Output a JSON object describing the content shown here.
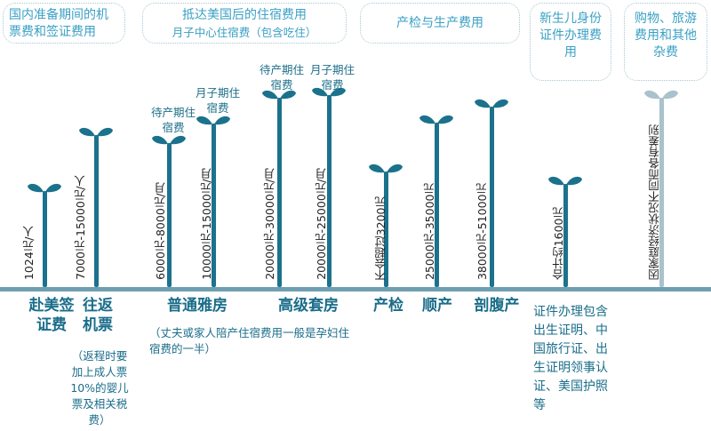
{
  "headers": [
    {
      "id": "domestic",
      "text": "国内准备期间的机票费和签证费用"
    },
    {
      "id": "us_housing",
      "text": "抵达美国后的住宿费用",
      "sub": "月子中心住宿费（包含吃住）"
    },
    {
      "id": "prenatal",
      "text": "产检与生产费用"
    },
    {
      "id": "certificate",
      "text": "新生儿身份证件办理费用"
    },
    {
      "id": "misc",
      "text": "购物、旅游费用和其他杂费"
    }
  ],
  "sprouts": [
    {
      "id": "visa",
      "value_text": "1024元/人",
      "top_label": "",
      "color": "#1b728c"
    },
    {
      "id": "ticket",
      "value_text": "7000元-15000元/人",
      "top_label": "",
      "color": "#1b728c"
    },
    {
      "id": "normal_pre",
      "value_text": "6000元-8000元/月",
      "top_label": "待产期住宿费",
      "color": "#1b728c"
    },
    {
      "id": "normal_post",
      "value_text": "10000元-15000元/月",
      "top_label": "月子期住宿费",
      "color": "#1b728c"
    },
    {
      "id": "luxury_pre",
      "value_text": "20000元-30000元/月",
      "top_label": "待产期住宿费",
      "color": "#1b728c"
    },
    {
      "id": "luxury_post",
      "value_text": "20000元-25000元/月",
      "top_label": "月子期住宿费",
      "color": "#1b728c"
    },
    {
      "id": "checkup",
      "value_text": "不会超过3200元",
      "top_label": "",
      "color": "#1b728c"
    },
    {
      "id": "natural",
      "value_text": "25000元-35000元",
      "top_label": "",
      "color": "#1b728c"
    },
    {
      "id": "csection",
      "value_text": "38000元-51000元",
      "top_label": "",
      "color": "#1b728c"
    },
    {
      "id": "docs",
      "value_text": "合计约1600元",
      "top_label": "",
      "color": "#1b728c"
    },
    {
      "id": "other",
      "value_text": "因家庭经济状况不同而各有差别",
      "top_label": "",
      "color": "#a9c2cc"
    }
  ],
  "categories": [
    {
      "id": "visa",
      "text": "赴美签证费"
    },
    {
      "id": "ticket",
      "text": "往返机票"
    },
    {
      "id": "normal",
      "text": "普通雅房"
    },
    {
      "id": "luxury",
      "text": "高级套房"
    },
    {
      "id": "checkup",
      "text": "产检"
    },
    {
      "id": "natural",
      "text": "顺产"
    },
    {
      "id": "csection",
      "text": "剖腹产"
    }
  ],
  "notes": {
    "ticket": "（返程时要加上成人票10%的婴儿票及相关税费）",
    "housing": "（丈夫或家人陪产住宿费用一般是孕妇住宿费的一半）",
    "certificate": "证件办理包含出生证明、中国旅行证、出生证明领事认证、美国护照等"
  }
}
